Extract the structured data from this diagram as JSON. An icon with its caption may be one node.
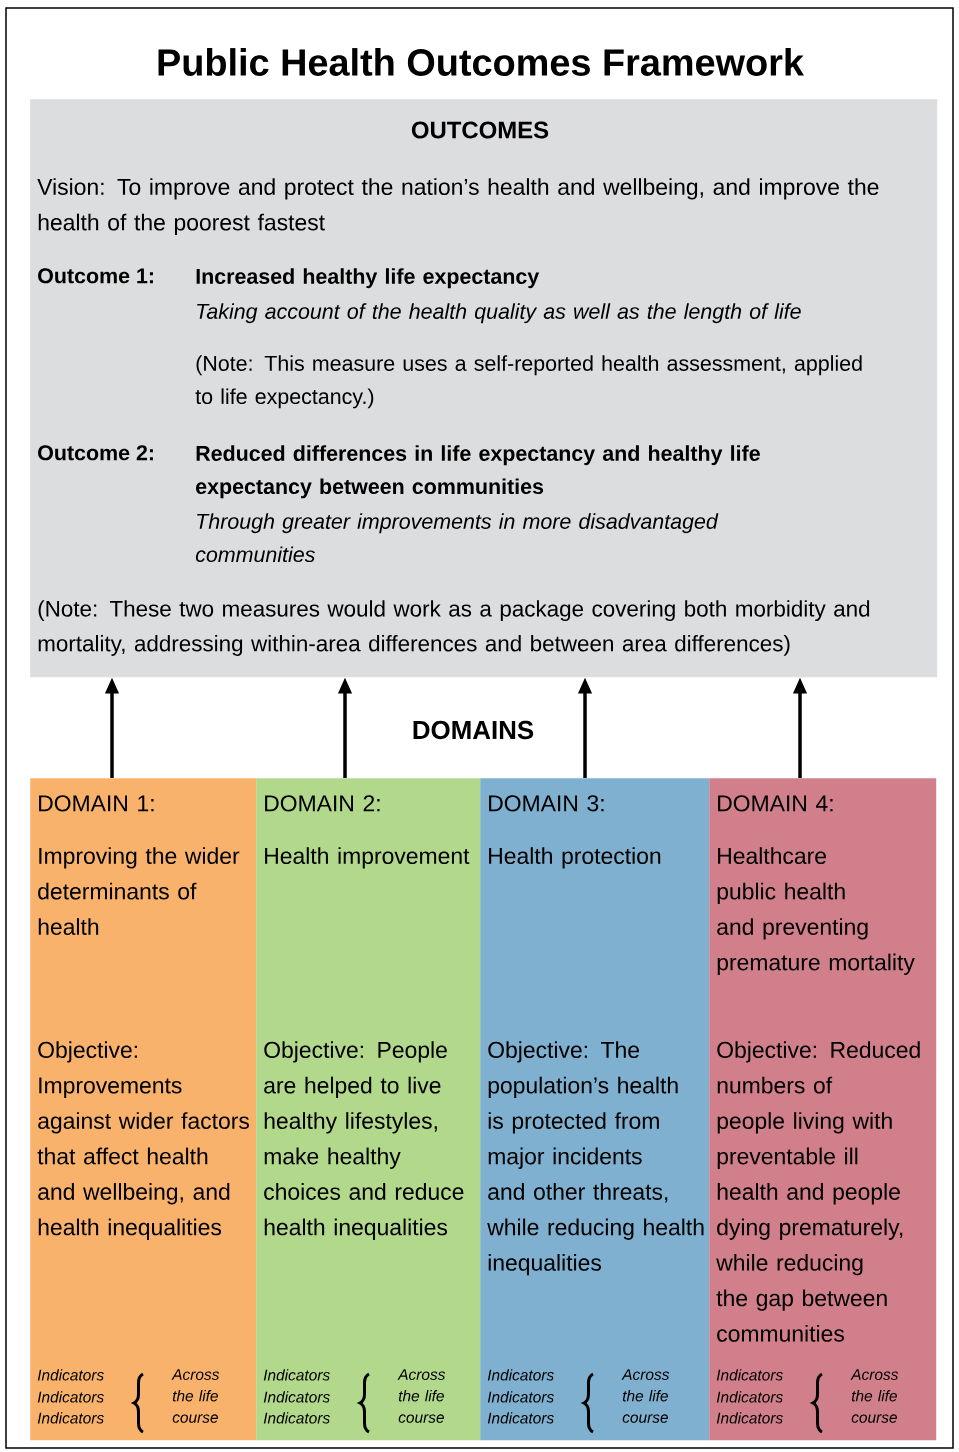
{
  "diagram": {
    "title": "Public Health Outcomes Framework",
    "nodes": [
      {
        "text": [
          "OUTCOMES",
          "Vision: To improve and protect the nation’s health and wellbeing, and improve the health of the poorest fastest",
          "Outcome 1:",
          "Increased healthy life expectancy",
          "Taking account of the health quality as well as the length of life",
          "(Note: This measure uses a self-reported health assessment, applied to life expectancy.)",
          "Outcome 2:",
          "Reduced differences in life expectancy and healthy life expectancy between communities",
          "Through greater improvements in more disadvantaged communities",
          "(Note: These two measures would work as a package covering both morbidity and mortality, addressing within-area differences and between area differences)"
        ]
      },
      {
        "text": [
          "DOMAIN 1:",
          "Improving the wider determinants of health",
          "Objective: Improvements against wider factors that affect health and wellbeing, and health inequalities",
          "Indicators",
          "Indicators",
          "Indicators",
          "Across the life course"
        ]
      },
      {
        "text": [
          "DOMAIN 2:",
          "Health improvement",
          "Objective: People are helped to live healthy lifestyles, make healthy choices and reduce health inequalities",
          "Indicators",
          "Indicators",
          "Indicators",
          "Across the life course"
        ]
      },
      {
        "text": [
          "DOMAIN 3:",
          "Health protection",
          "Objective: The population’s health is protected from major incidents and other threats, while reducing health inequalities",
          "Indicators",
          "Indicators",
          "Indicators",
          "Across the life course"
        ]
      },
      {
        "text": [
          "DOMAIN 4:",
          "Healthcare public health and preventing premature mortality",
          "Objective: Reduced numbers of people living with preventable ill health and people dying prematurely, while reducing the gap between communities",
          "Indicators",
          "Indicators",
          "Indicators",
          "Across the life course"
        ]
      }
    ],
    "edges": [
      {
        "from": 1,
        "to": 0,
        "arrow": "to"
      },
      {
        "from": 2,
        "to": 0,
        "arrow": "to"
      },
      {
        "from": 3,
        "to": 0,
        "arrow": "to"
      },
      {
        "from": 4,
        "to": 0,
        "arrow": "to"
      }
    ],
    "labels": [
      "DOMAINS"
    ]
  }
}
